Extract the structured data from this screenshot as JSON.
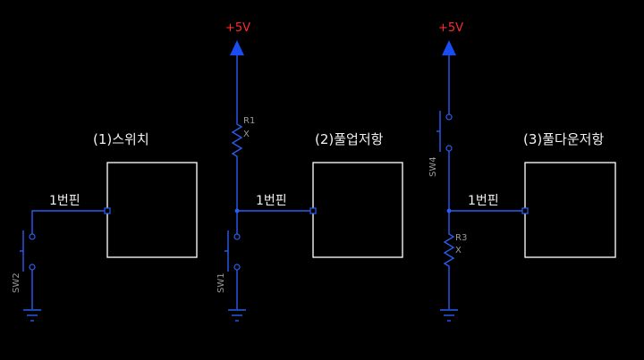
{
  "colors": {
    "background": "#000000",
    "wire": "#2b5cf0",
    "box": "#f2f2f2",
    "supply_label": "#ff2a2a",
    "ref_label": "#9a9a9a"
  },
  "circuits": [
    {
      "title": "(1)스위치",
      "pin_label": "1번핀",
      "switch_ref": "SW2"
    },
    {
      "title": "(2)풀업저항",
      "pin_label": "1번핀",
      "supply": "+5V",
      "resistor_ref": "R1",
      "resistor_value": "X",
      "switch_ref": "SW1"
    },
    {
      "title": "(3)풀다운저항",
      "pin_label": "1번핀",
      "supply": "+5V",
      "resistor_ref": "R3",
      "resistor_value": "X",
      "switch_ref": "SW4"
    }
  ]
}
